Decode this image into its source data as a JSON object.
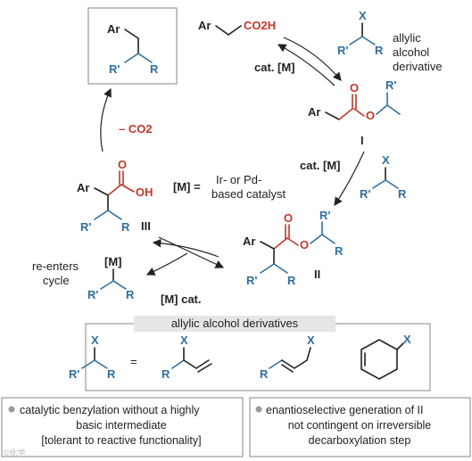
{
  "labels": {
    "product_ar": "Ar",
    "product_r1": "R'",
    "product_r": "R",
    "acid_ar": "Ar",
    "acid_co2h": "CO2H",
    "allylic_x": "X",
    "allylic_r1": "R'",
    "allylic_r": "R",
    "allylic_caption_1": "allylic",
    "allylic_caption_2": "alcohol",
    "allylic_caption_3": "derivative",
    "cat_m_1": "cat. [M]",
    "ester_I_ar": "Ar",
    "ester_I_o_carbonyl": "O",
    "ester_I_o": "O",
    "ester_I_r1": "R'",
    "ester_I_id": "I",
    "cat_m_2": "cat. [M]",
    "allylic2_x": "X",
    "allylic2_r1": "R'",
    "allylic2_r": "R",
    "minus_co2": "– CO2",
    "acid_III_ar": "Ar",
    "acid_III_o": "O",
    "acid_III_oh": "OH",
    "acid_III_r1": "R'",
    "acid_III_r": "R",
    "acid_III_id": "III",
    "catalyst_def_1": "[M] =",
    "catalyst_def_2": "Ir- or Pd-",
    "catalyst_def_3": "based catalyst",
    "ester_II_ar": "Ar",
    "ester_II_o_carbonyl": "O",
    "ester_II_o": "O",
    "ester_II_r1_top": "R'",
    "ester_II_r": "R",
    "ester_II_r1": "R'",
    "ester_II_r_bottom": "R",
    "ester_II_id": "II",
    "reenter_1": "re-enters",
    "reenter_2": "cycle",
    "reenter_m": "[M]",
    "reenter_r1": "R'",
    "reenter_r": "R",
    "m_cat": "[M] cat."
  },
  "derivatives": {
    "title": "allylic alcohol derivatives",
    "x": "X",
    "r1": "R'",
    "r": "R",
    "equals": "=",
    "d1_x": "X",
    "d1_r": "R",
    "d2_x": "X",
    "d2_r": "R",
    "d3_x": "X"
  },
  "notes": {
    "left_1": "catalytic benzylation without a highly",
    "left_2": "basic intermediate",
    "left_3": "[tolerant to reactive functionality]",
    "right_1": "enantioselective generation of II",
    "right_2": "not contingent on irreversible",
    "right_3": "decarboxylation step",
    "watermark": "©化学"
  },
  "colors": {
    "red": "#c0392b",
    "blue": "#2f6f9f",
    "black": "#222222",
    "gray": "#999999"
  }
}
